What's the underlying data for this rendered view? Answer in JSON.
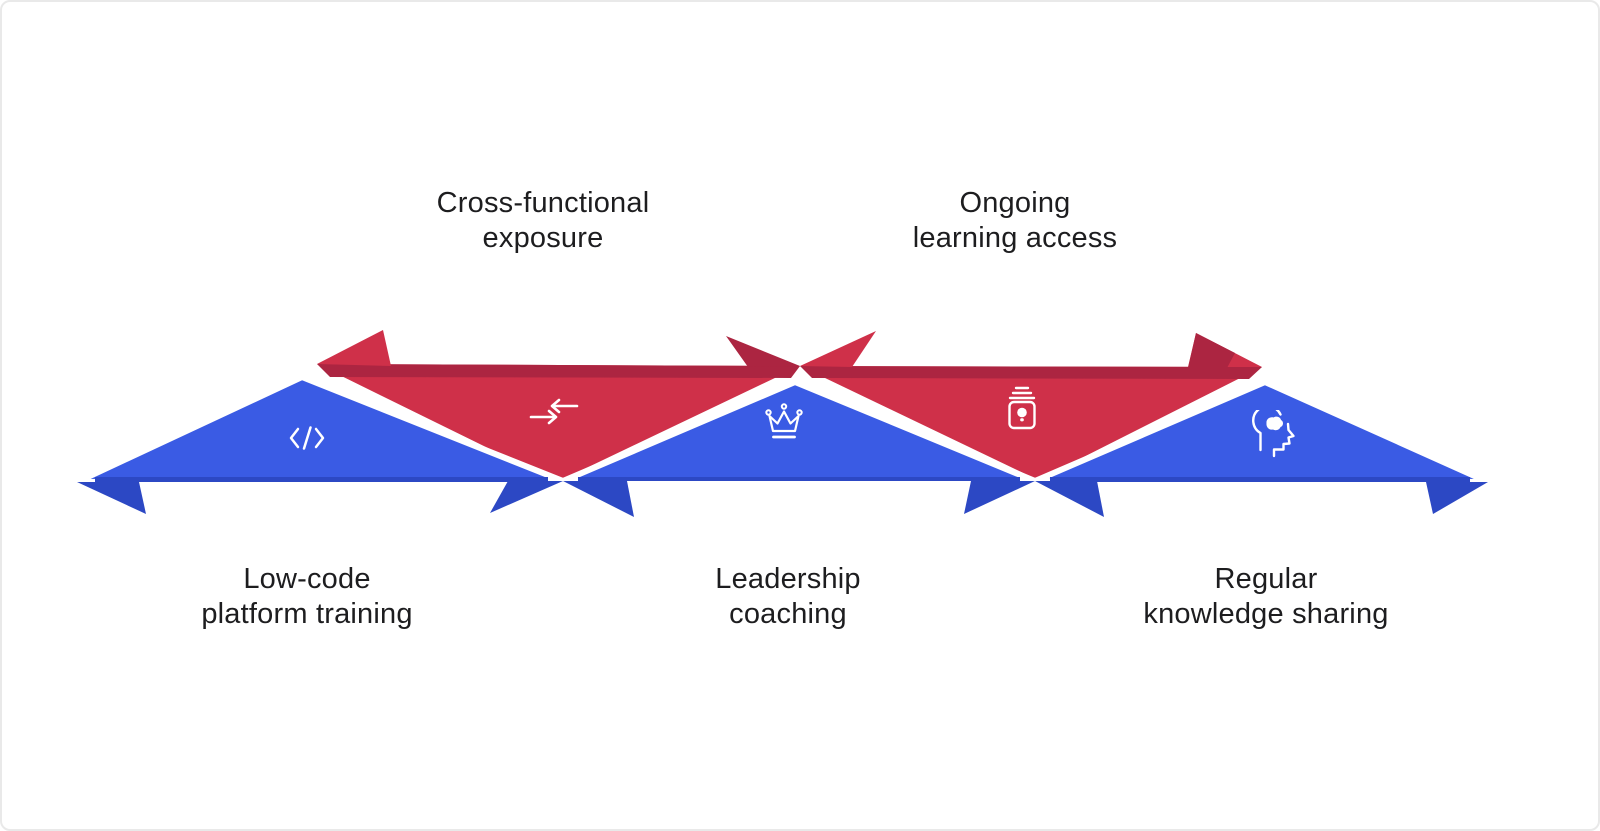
{
  "colors": {
    "blue": "#3A5BE4",
    "blue_dark": "#2C48C4",
    "red": "#CF3049",
    "red_dark": "#AC2541",
    "text": "#1D1D1F",
    "background": "#FFFFFF",
    "icon": "#FFFFFF"
  },
  "segments": [
    {
      "id": 1,
      "label": "Low-code\nplatform training",
      "color": "blue",
      "icon": "code-icon",
      "label_position": "bottom",
      "arrow_direction": "left"
    },
    {
      "id": 2,
      "label": "Cross-functional\nexposure",
      "color": "red",
      "icon": "colliding-arrows-icon",
      "label_position": "top",
      "arrow_direction": "left"
    },
    {
      "id": 3,
      "label": "Leadership\ncoaching",
      "color": "blue",
      "icon": "crown-icon",
      "label_position": "bottom",
      "arrow_direction": "none"
    },
    {
      "id": 4,
      "label": "Ongoing\nlearning access",
      "color": "red",
      "icon": "certificate-icon",
      "label_position": "top",
      "arrow_direction": "right"
    },
    {
      "id": 5,
      "label": "Regular\nknowledge sharing",
      "color": "blue",
      "icon": "head-brain-icon",
      "label_position": "bottom",
      "arrow_direction": "right"
    }
  ]
}
